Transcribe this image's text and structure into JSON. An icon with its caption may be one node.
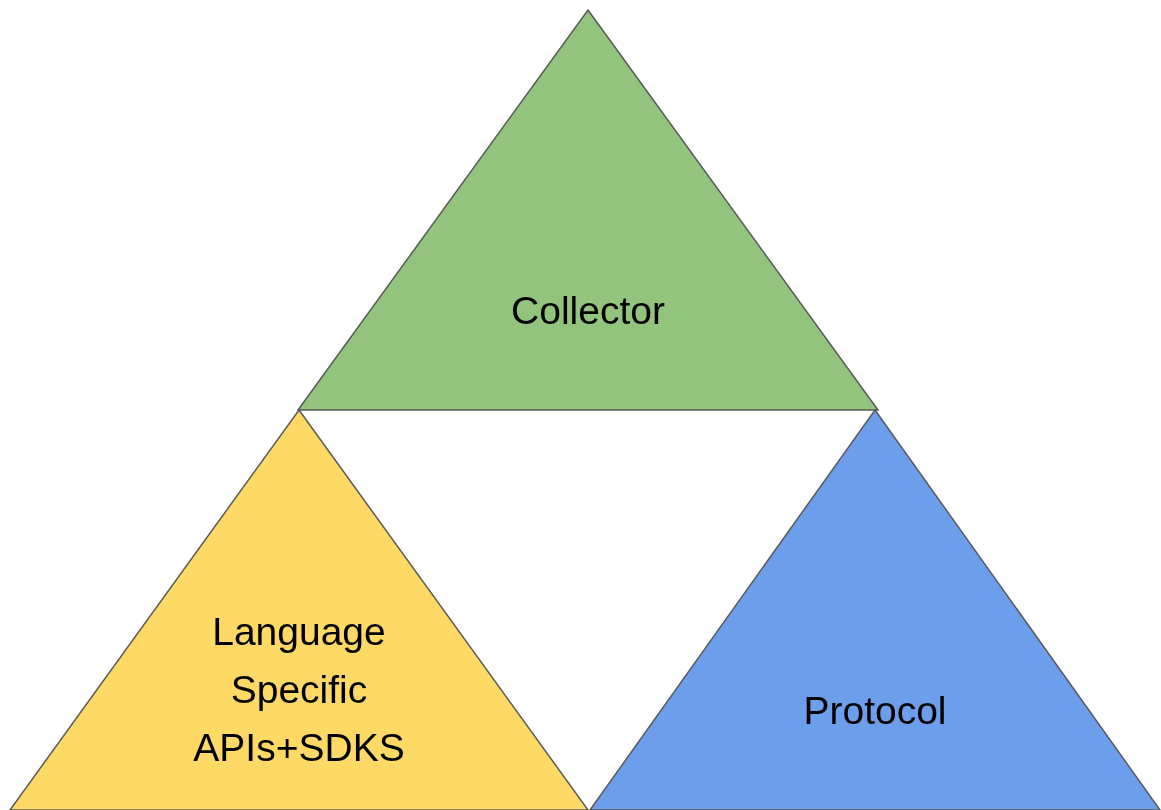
{
  "diagram": {
    "nodes": [
      {
        "text": [
          "Collector"
        ]
      },
      {
        "text": [
          "Language Specific APIs+SDKS"
        ]
      },
      {
        "text": [
          "Protocol"
        ]
      }
    ]
  }
}
